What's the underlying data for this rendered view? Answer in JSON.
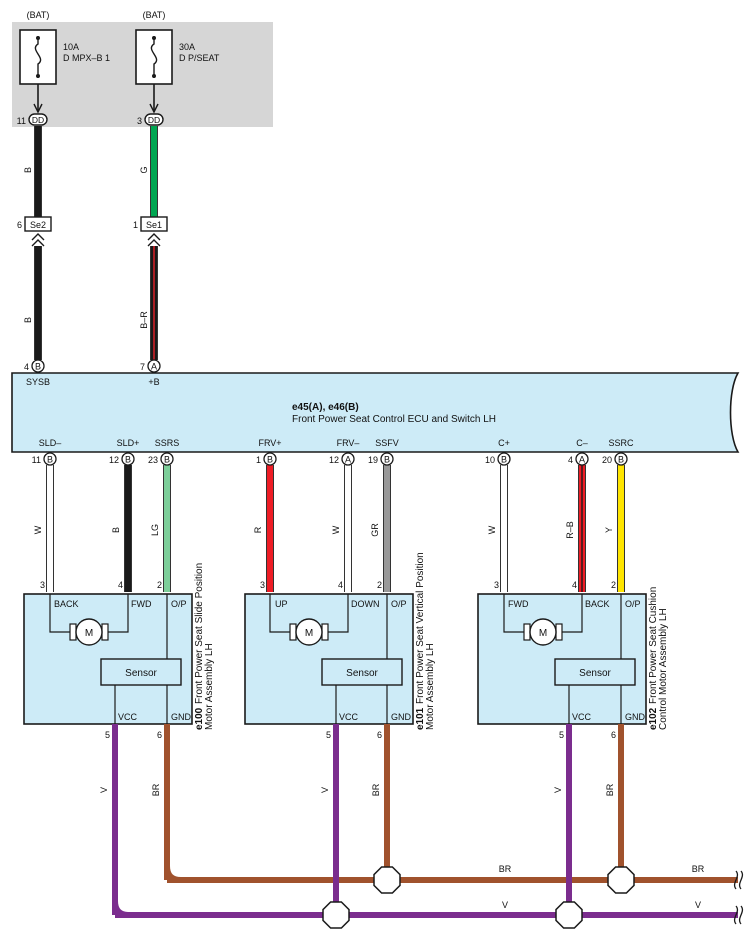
{
  "fuses": [
    {
      "source": "(BAT)",
      "rating": "10A",
      "name": "D MPX–B 1",
      "pin": "11",
      "connector": "DD"
    },
    {
      "source": "(BAT)",
      "rating": "30A",
      "name": "D P/SEAT",
      "pin": "3",
      "connector": "DD"
    }
  ],
  "upper_wires": [
    {
      "color_code": "B",
      "color": "#1a1a1a"
    },
    {
      "color_code": "G",
      "color": "#00a651"
    }
  ],
  "junctions": [
    {
      "pin": "6",
      "id": "Se2"
    },
    {
      "pin": "1",
      "id": "Se1"
    }
  ],
  "lower_wires": [
    {
      "color_code": "B",
      "color": "#1a1a1a"
    },
    {
      "color_code": "B–R",
      "color": "#1a1a1a",
      "stripe": "#e8202a"
    }
  ],
  "ecu": {
    "title": "e45(A), e46(B)",
    "subtitle": "Front Power Seat Control ECU and Switch LH",
    "top_pins": [
      {
        "pin": "4",
        "conn": "B",
        "signal": "SYSB"
      },
      {
        "pin": "7",
        "conn": "A",
        "signal": "+B"
      }
    ],
    "bottom_pins": [
      {
        "pin": "11",
        "conn": "B",
        "signal": "SLD–",
        "wire": "W",
        "color": "#ffffff"
      },
      {
        "pin": "12",
        "conn": "B",
        "signal": "SLD+",
        "wire": "B",
        "color": "#1a1a1a"
      },
      {
        "pin": "23",
        "conn": "B",
        "signal": "SSRS",
        "wire": "LG",
        "color": "#7dcf9a"
      },
      {
        "pin": "1",
        "conn": "B",
        "signal": "FRV+",
        "wire": "R",
        "color": "#ee1c25"
      },
      {
        "pin": "12",
        "conn": "A",
        "signal": "FRV–",
        "wire": "W",
        "color": "#ffffff"
      },
      {
        "pin": "19",
        "conn": "B",
        "signal": "SSFV",
        "wire": "GR",
        "color": "#999999"
      },
      {
        "pin": "10",
        "conn": "B",
        "signal": "C+",
        "wire": "W",
        "color": "#ffffff"
      },
      {
        "pin": "4",
        "conn": "A",
        "signal": "C–",
        "wire": "R–B",
        "color": "#ee1c25",
        "stripe": "#1a1a1a"
      },
      {
        "pin": "20",
        "conn": "B",
        "signal": "SSRC",
        "wire": "Y",
        "color": "#ffe500"
      }
    ]
  },
  "motors": [
    {
      "id": "e100",
      "name": "Front Power Seat Slide Position",
      "name2": "Motor Assembly LH",
      "pins": [
        "3",
        "4",
        "2"
      ],
      "terminals": [
        "BACK",
        "FWD",
        "O/P"
      ],
      "sensor": "Sensor",
      "vcc": "VCC",
      "gnd": "GND",
      "vcc_pin": "5",
      "gnd_pin": "6",
      "vcc_wire": "V",
      "gnd_wire": "BR",
      "motor_symbol": "M"
    },
    {
      "id": "e101",
      "name": "Front Power Seat Vertical Position",
      "name2": "Motor Assembly LH",
      "pins": [
        "3",
        "4",
        "2"
      ],
      "terminals": [
        "UP",
        "DOWN",
        "O/P"
      ],
      "sensor": "Sensor",
      "vcc": "VCC",
      "gnd": "GND",
      "vcc_pin": "5",
      "gnd_pin": "6",
      "vcc_wire": "V",
      "gnd_wire": "BR",
      "motor_symbol": "M"
    },
    {
      "id": "e102",
      "name": "Front Power Seat Cushion",
      "name2": "Control Motor Assembly LH",
      "pins": [
        "3",
        "4",
        "2"
      ],
      "terminals": [
        "FWD",
        "BACK",
        "O/P"
      ],
      "sensor": "Sensor",
      "vcc": "VCC",
      "gnd": "GND",
      "vcc_pin": "5",
      "gnd_pin": "6",
      "vcc_wire": "V",
      "gnd_wire": "BR",
      "motor_symbol": "M"
    }
  ],
  "buses": {
    "gnd": {
      "label": "BR",
      "color": "#a0522d"
    },
    "vcc": {
      "label": "V",
      "color": "#7b2d8e"
    }
  },
  "colors": {
    "ecu_fill": "#cdebf7",
    "battery_box": "#d6d6d6",
    "line": "#1a1a1a"
  }
}
